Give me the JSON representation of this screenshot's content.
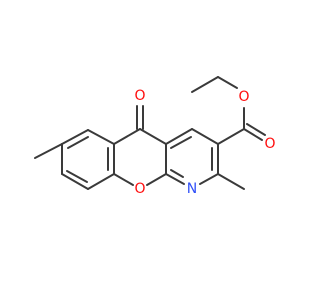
{
  "molecule": {
    "atoms": [
      {
        "id": "o_ketone",
        "label": "O",
        "color": "#ff0d0d"
      },
      {
        "id": "o_ring",
        "label": "O",
        "color": "#ff0d0d"
      },
      {
        "id": "n_ring",
        "label": "N",
        "color": "#3050f8"
      },
      {
        "id": "o_carbonyl",
        "label": "O",
        "color": "#ff0d0d"
      },
      {
        "id": "o_ester",
        "label": "O",
        "color": "#ff0d0d"
      }
    ],
    "bond_color": "#3a3a3a",
    "background": "#ffffff"
  }
}
